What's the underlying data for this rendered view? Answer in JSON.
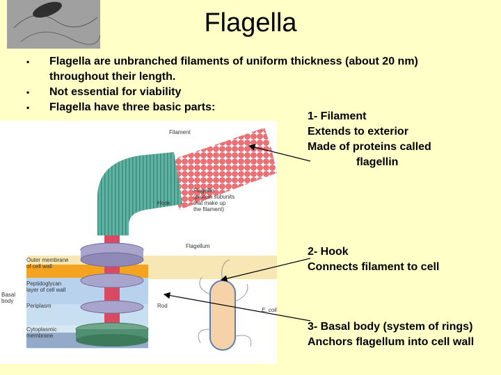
{
  "slide": {
    "title": "Flagella",
    "bullets": [
      "Flagella are unbranched filaments of uniform thickness (about 20 nm) throughout their length.",
      "Not essential for viability",
      "Flagella have three basic parts:"
    ]
  },
  "diagram": {
    "labels": {
      "filament": "Filament",
      "flagellin": "Flagellin\n(protein subunits\nthat make up\nthe filament)",
      "hook": "Hook",
      "flagellum": "Flagellum",
      "outer_membrane": "Outer membrane\nof cell wall",
      "peptidoglycan": "Peptidoglycan\nlayer of cell wall",
      "periplasm": "Periplasm",
      "cytoplasmic": "Cytoplasmic\nmembrane",
      "basal_body": "Basal\nbody",
      "rod": "Rod",
      "ecoli": "E. coli"
    }
  },
  "notes": {
    "filament": [
      "1- Filament",
      "Extends to exterior",
      "Made of proteins called",
      "flagellin"
    ],
    "hook": [
      "2- Hook",
      "Connects filament to cell"
    ],
    "basal": [
      "3- Basal body (system of rings)",
      "Anchors flagellum into cell wall"
    ]
  },
  "colors": {
    "background": "#ffffc8",
    "filament": "#ef6f73",
    "hook": "#5fb3a3",
    "rod": "#d94a62",
    "ring": "#a9a4cc",
    "outer_membrane": "#f4a321"
  }
}
